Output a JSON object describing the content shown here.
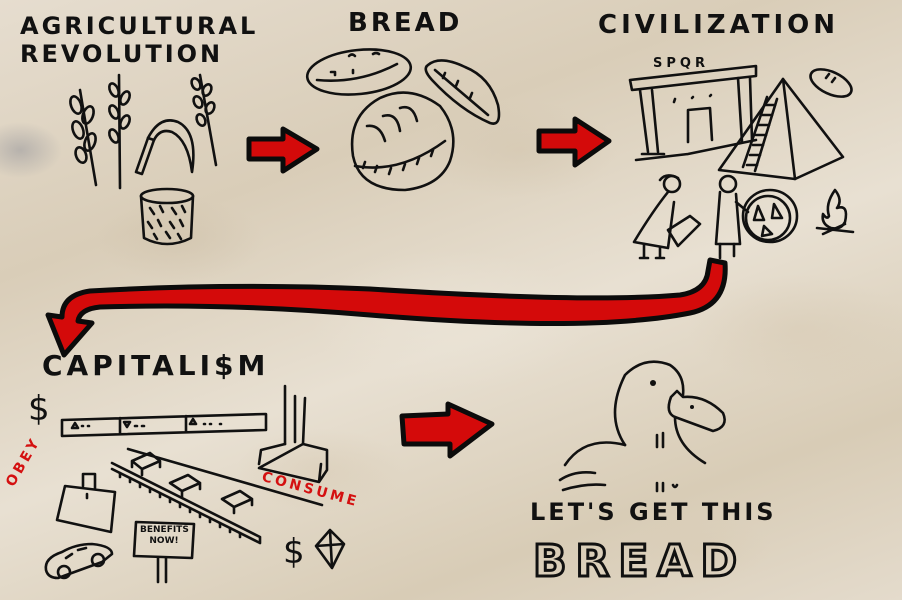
{
  "diagram": {
    "stages": [
      {
        "id": "agricultural-revolution",
        "title_line1": "Agricultural",
        "title_line2": "Revolution"
      },
      {
        "id": "bread",
        "title": "Bread"
      },
      {
        "id": "civilization",
        "title": "Civilization",
        "temple_label": "SPQR"
      },
      {
        "id": "capitalism",
        "title": "Capitali$m",
        "labels": {
          "obey": "Obey",
          "consume": "Consume",
          "sign": "Benefits now!",
          "sign_line1": "Benefits",
          "sign_line2": "now!",
          "dollar": "$"
        }
      },
      {
        "id": "duck",
        "caption_line1": "Let's get this",
        "caption_line2": "Bread"
      }
    ],
    "arrows": [
      {
        "from": "agricultural-revolution",
        "to": "bread"
      },
      {
        "from": "bread",
        "to": "civilization"
      },
      {
        "from": "civilization",
        "to": "capitalism"
      },
      {
        "from": "capitalism",
        "to": "duck"
      }
    ],
    "colors": {
      "arrow_fill": "#d40a0a",
      "ink": "#111111",
      "accent_text": "#d41010"
    },
    "icons": [
      "wheat-icon",
      "sickle-icon",
      "basket-icon",
      "bread-loaf-icon",
      "temple-icon",
      "pyramid-icon",
      "person-icon",
      "wheel-icon",
      "fire-icon",
      "dollar-icon",
      "conveyor-belt-icon",
      "factory-icon",
      "briefcase-icon",
      "car-icon",
      "sign-icon",
      "diamond-icon",
      "duck-icon"
    ]
  }
}
